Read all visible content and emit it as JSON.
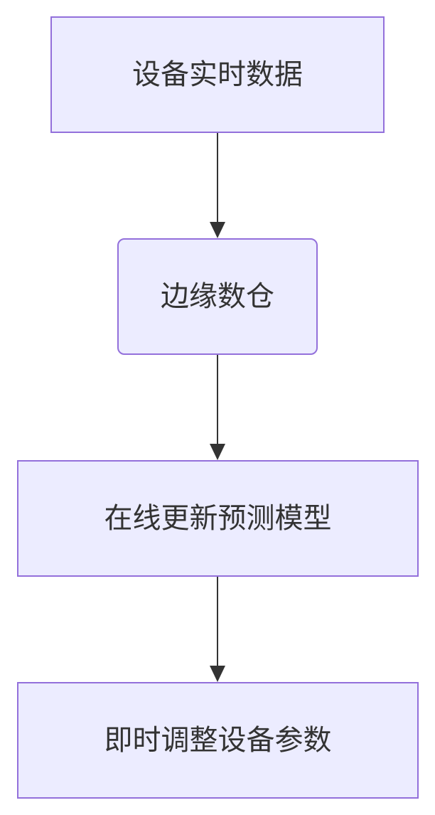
{
  "diagram": {
    "type": "flowchart",
    "direction": "top-down",
    "colors": {
      "node_fill": "#ECECFF",
      "node_border": "#9370DB",
      "text": "#333333",
      "edge": "#333333"
    },
    "nodes": [
      {
        "id": "A",
        "label": "设备实时数据",
        "shape": "rectangle"
      },
      {
        "id": "B",
        "label": "边缘数仓",
        "shape": "rounded-rectangle"
      },
      {
        "id": "C",
        "label": "在线更新预测模型",
        "shape": "rectangle"
      },
      {
        "id": "D",
        "label": "即时调整设备参数",
        "shape": "rectangle"
      }
    ],
    "edges": [
      {
        "from": "A",
        "to": "B"
      },
      {
        "from": "B",
        "to": "C"
      },
      {
        "from": "C",
        "to": "D"
      }
    ]
  }
}
